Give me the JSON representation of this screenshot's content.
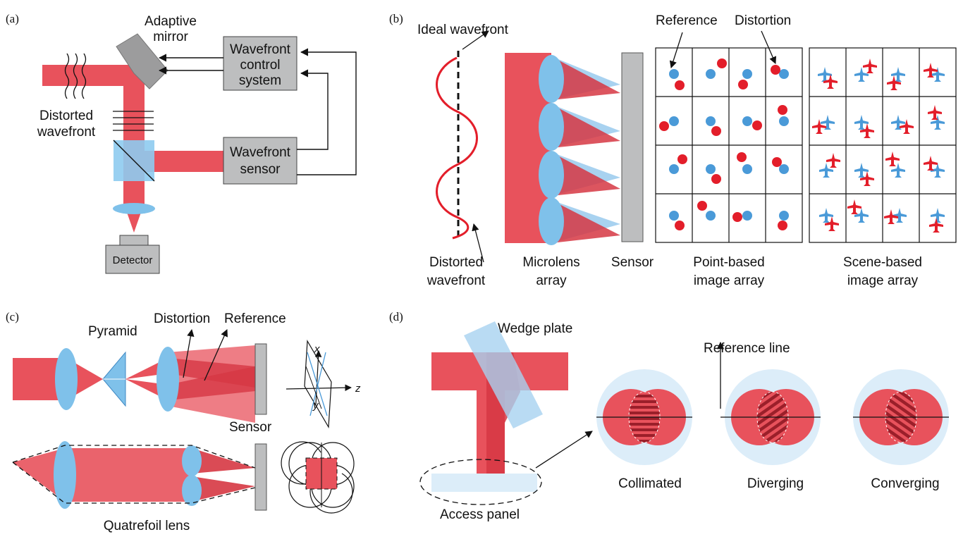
{
  "panels": {
    "a": {
      "tag": "(a)",
      "adaptive_mirror_1": "Adaptive",
      "adaptive_mirror_2": "mirror",
      "control_1": "Wavefront",
      "control_2": "control",
      "control_3": "system",
      "distorted_1": "Distorted",
      "distorted_2": "wavefront",
      "sensor_1": "Wavefront",
      "sensor_2": "sensor",
      "detector": "Detector"
    },
    "b": {
      "tag": "(b)",
      "ideal_wavefront": "Ideal wavefront",
      "reference": "Reference",
      "distortion": "Distortion",
      "distorted_1": "Distorted",
      "distorted_2": "wavefront",
      "microlens_1": "Microlens",
      "microlens_2": "array",
      "sensor": "Sensor",
      "point_1": "Point-based",
      "point_2": "image array",
      "scene_1": "Scene-based",
      "scene_2": "image array"
    },
    "c": {
      "tag": "(c)",
      "pyramid": "Pyramid",
      "distortion": "Distortion",
      "reference": "Reference",
      "sensor": "Sensor",
      "quatrefoil": "Quatrefoil lens",
      "axis_x": "x",
      "axis_y": "y",
      "axis_z": "z"
    },
    "d": {
      "tag": "(d)",
      "wedge_plate": "Wedge plate",
      "reference_line": "Reference line",
      "access_panel": "Access panel",
      "collimated": "Collimated",
      "diverging": "Diverging",
      "converging": "Converging"
    }
  },
  "colors": {
    "beam": "#e8525c",
    "beam_dark": "#d63743",
    "lens": "#7fc1ea",
    "lens_light": "#dcedf9",
    "gray": "#bdbebf",
    "spot_ref": "#4a9ad8",
    "spot_dist": "#e31e2a"
  }
}
